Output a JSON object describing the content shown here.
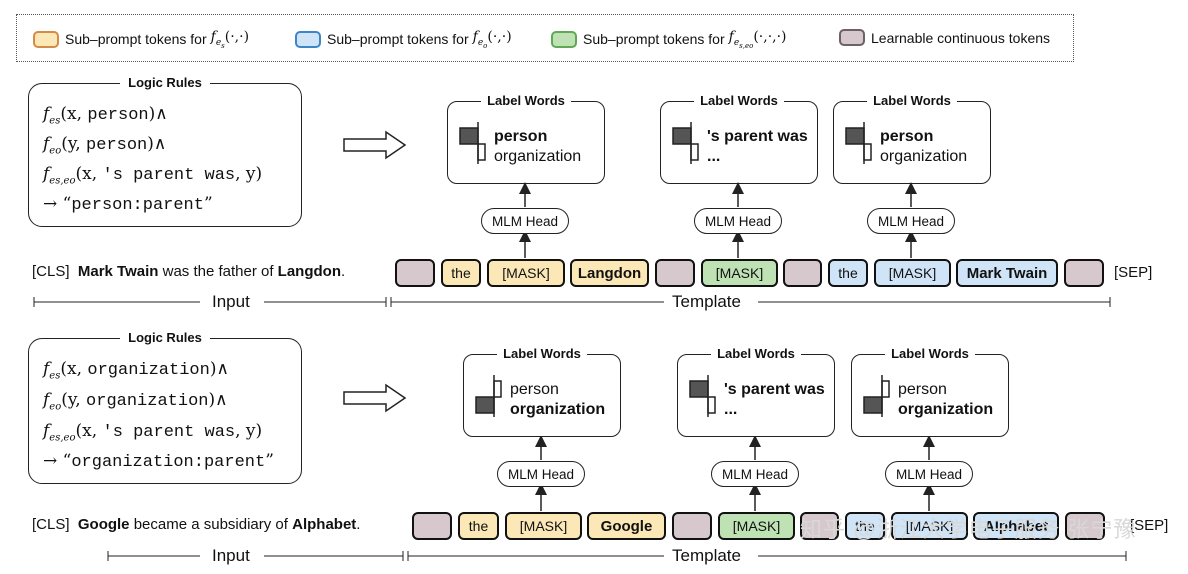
{
  "legend": {
    "items": [
      {
        "label": "Sub–prompt tokens for",
        "func": "f",
        "sub": "e",
        "subsub": "s",
        "args": "(·,·)",
        "color": "#fbe8b6",
        "border": "#d48b4a"
      },
      {
        "label": "Sub–prompt tokens for",
        "func": "f",
        "sub": "e",
        "subsub": "o",
        "args": "(·,·)",
        "color": "#cfe4f7",
        "border": "#3c86c8"
      },
      {
        "label": "Sub–prompt tokens for",
        "func": "f",
        "sub": "e",
        "subsub": "s,eo",
        "args": "(·,·,·)",
        "color": "#bfe2b5",
        "border": "#5fa955"
      },
      {
        "label": "Learnable continuous tokens",
        "color": "#d6c8cc",
        "border": "#6b6166"
      }
    ]
  },
  "panels": [
    {
      "rules_title": "Logic Rules",
      "rules": [
        {
          "f": "f",
          "sub": "es",
          "args_pre": "(x, ",
          "args_mono": "person",
          "args_post": ")∧"
        },
        {
          "f": "f",
          "sub": "eo",
          "args_pre": "(y, ",
          "args_mono": "person",
          "args_post": ")∧"
        },
        {
          "f": "f",
          "sub": "es,eo",
          "args_pre": "(x, ",
          "args_mono": "'s parent was",
          "args_post": ", y)"
        },
        {
          "arrow": "→ “",
          "mono": "person:parent",
          "close": "”"
        }
      ],
      "label_words": [
        {
          "title": "Label Words",
          "line1": "person",
          "line2": "organization",
          "bold": 1
        },
        {
          "title": "Label Words",
          "line1": "'s parent was",
          "line2": "...",
          "bold": 1
        },
        {
          "title": "Label Words",
          "line1": "person",
          "line2": "organization",
          "bold": 1
        }
      ],
      "mlm": "MLM Head",
      "sentence": {
        "cls": "[CLS]",
        "a": "Mark Twain",
        "mid": " was the father of ",
        "b": "Langdon",
        "end": "."
      },
      "tokens": {
        "t1": "the",
        "t2": "[MASK]",
        "t3": "Langdon",
        "t4": "[MASK]",
        "t5": "the",
        "t6": "[MASK]",
        "t7": "Mark Twain",
        "sep": "[SEP]"
      },
      "axis": {
        "input": "Input",
        "template": "Template"
      }
    },
    {
      "rules_title": "Logic Rules",
      "rules": [
        {
          "f": "f",
          "sub": "es",
          "args_pre": "(x, ",
          "args_mono": "organization",
          "args_post": ")∧"
        },
        {
          "f": "f",
          "sub": "eo",
          "args_pre": "(y, ",
          "args_mono": "organization",
          "args_post": ")∧"
        },
        {
          "f": "f",
          "sub": "es,eo",
          "args_pre": "(x, ",
          "args_mono": "'s parent was",
          "args_post": ", y)"
        },
        {
          "arrow": "→ “",
          "mono": "organization:parent",
          "close": "”"
        }
      ],
      "label_words": [
        {
          "title": "Label Words",
          "line1": "person",
          "line2": "organization",
          "bold": 2
        },
        {
          "title": "Label Words",
          "line1": "'s parent was",
          "line2": "...",
          "bold": 1
        },
        {
          "title": "Label Words",
          "line1": "person",
          "line2": "organization",
          "bold": 2
        }
      ],
      "mlm": "MLM Head",
      "sentence": {
        "cls": "[CLS]",
        "a": "Google",
        "mid": " became a subsidiary of ",
        "b": "Alphabet",
        "end": "."
      },
      "tokens": {
        "t1": "the",
        "t2": "[MASK]",
        "t3": "Google",
        "t4": "[MASK]",
        "t5": "the",
        "t6": "[MASK]",
        "t7": "Alphabet",
        "sep": "[SEP]"
      },
      "axis": {
        "input": "Input",
        "template": "Template"
      }
    }
  ],
  "watermark": "知乎 @浙江大学电子服务 张宁豫"
}
